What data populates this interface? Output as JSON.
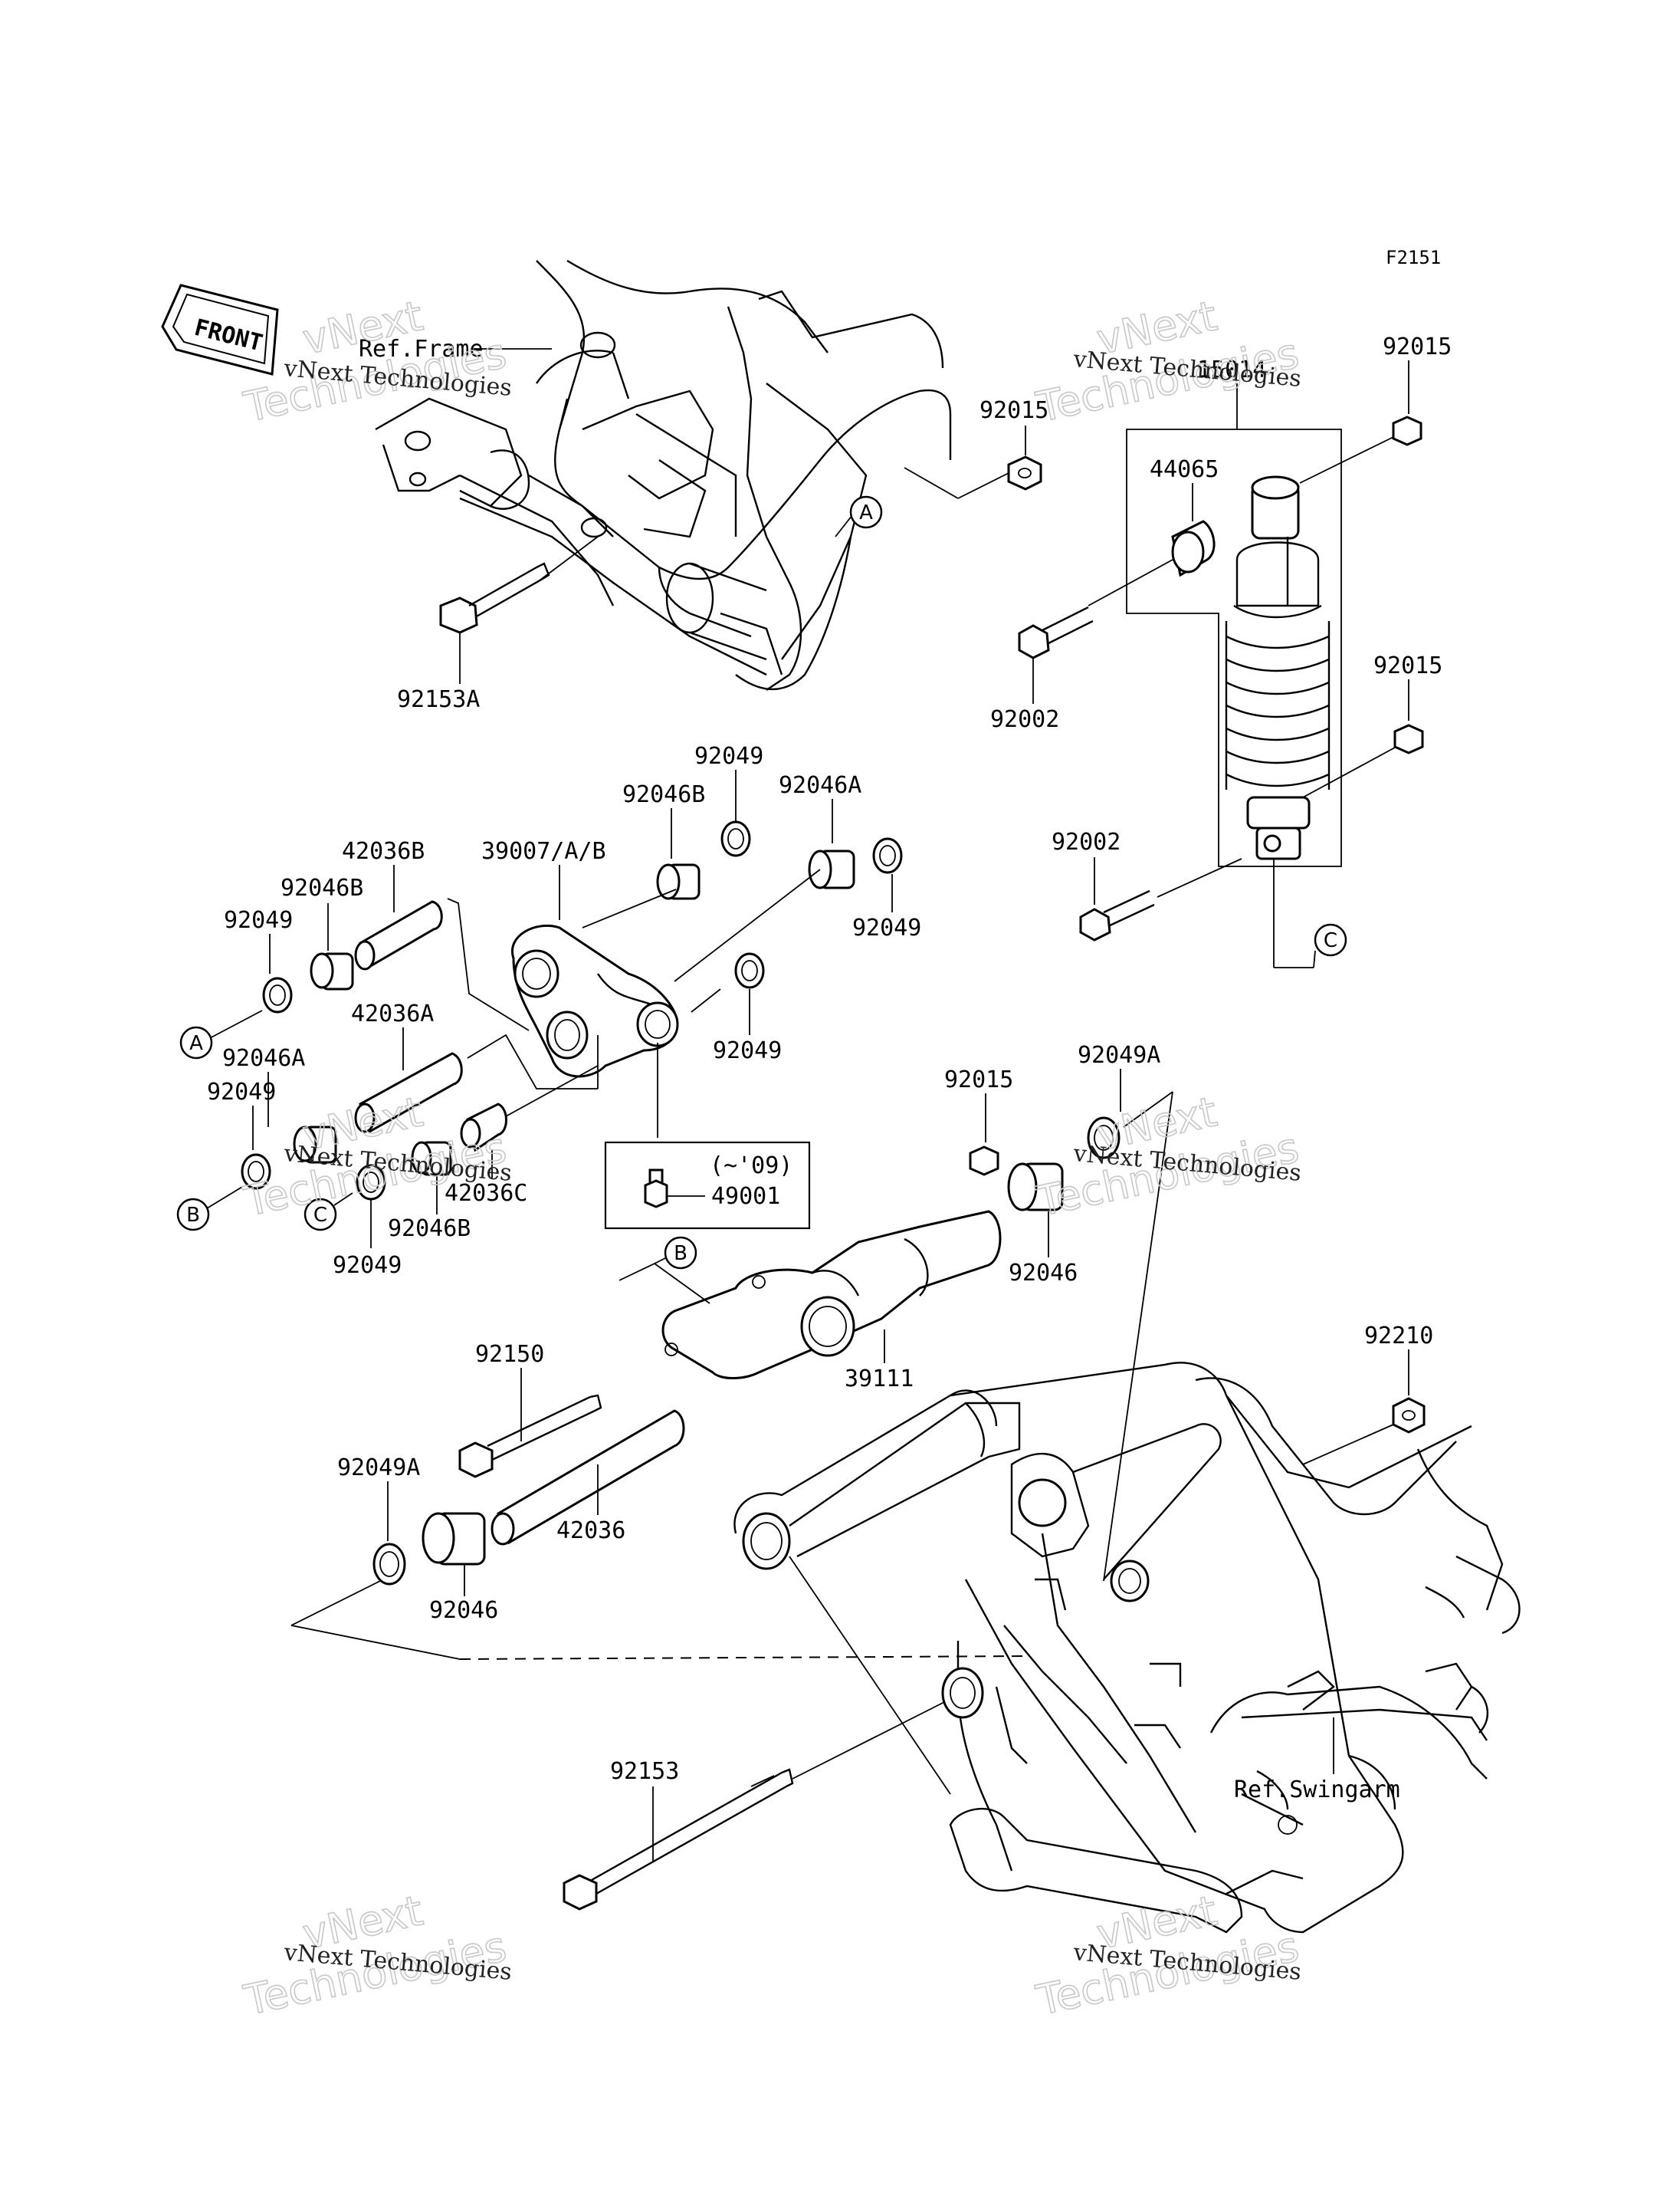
{
  "figure_id": "F2151",
  "front_label": "FRONT",
  "references": {
    "frame": "Ref.Frame",
    "swingarm": "Ref.Swingarm"
  },
  "watermark": {
    "line1": "vNext Technologies",
    "line2": "vNext",
    "line3": "Technologies"
  },
  "callouts": [
    "A",
    "A",
    "B",
    "B",
    "C",
    "C"
  ],
  "notes": {
    "year_range": "(~'09)"
  },
  "parts": {
    "p92015_top": "92015",
    "p92015_right_top": "92015",
    "p15014": "15014",
    "p44065": "44065",
    "p92153A": "92153A",
    "p92002_upper": "92002",
    "p92015_right_mid": "92015",
    "p92002_lower": "92002",
    "p92049_top": "92049",
    "p92046B_top": "92046B",
    "p92046A_top": "92046A",
    "p42036B": "42036B",
    "p39007": "39007/A/B",
    "p92046B_left": "92046B",
    "p92049_left": "92049",
    "p92049_right": "92049",
    "p42036A": "42036A",
    "p92049_mid": "92049",
    "p92046A_left": "92046A",
    "p92049_left2": "92049",
    "p92015_center": "92015",
    "p92049A_top": "92049A",
    "p42036C": "42036C",
    "p92046B_low": "92046B",
    "p92049_low": "92049",
    "p49001": "49001",
    "p92046_right": "92046",
    "p39111": "39111",
    "p92210": "92210",
    "p92150": "92150",
    "p92049A_low": "92049A",
    "p42036": "42036",
    "p92046_low": "92046",
    "p92153": "92153"
  }
}
